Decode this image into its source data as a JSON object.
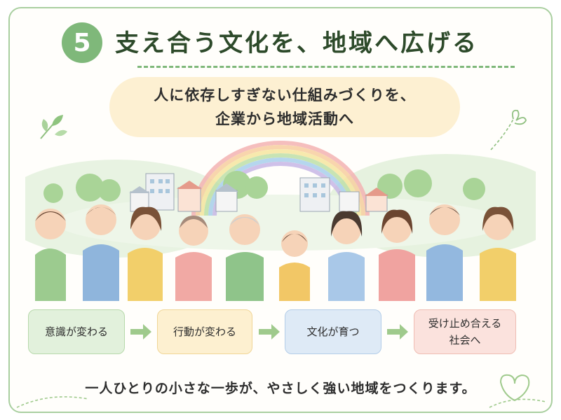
{
  "header": {
    "step_number": "5",
    "title": "支え合う文化を、地域へ広げる"
  },
  "subtitle": {
    "line1": "人に依存しすぎない仕組みづくりを、",
    "line2": "企業から地域活動へ"
  },
  "flow": {
    "steps": [
      {
        "label": "意識が変わる"
      },
      {
        "label": "行動が変わる"
      },
      {
        "label": "文化が育つ"
      },
      {
        "label_line1": "受け止め合える",
        "label_line2": "社会へ"
      }
    ]
  },
  "footer": {
    "message": "一人ひとりの小さな一歩が、やさしく強い地域をつくります。"
  },
  "colors": {
    "accent_green": "#7fb87a",
    "title_green": "#2d4a2a",
    "pill_cream": "#fdf0d2",
    "step1": "#e2f1dc",
    "step2": "#fdf0d0",
    "step3": "#deeaf6",
    "step4": "#fbe2dd"
  },
  "icons": [
    "leaf-icon",
    "heart-doodle-icon",
    "rainbow-illustration",
    "people-illustration",
    "arrow-right-icon"
  ]
}
